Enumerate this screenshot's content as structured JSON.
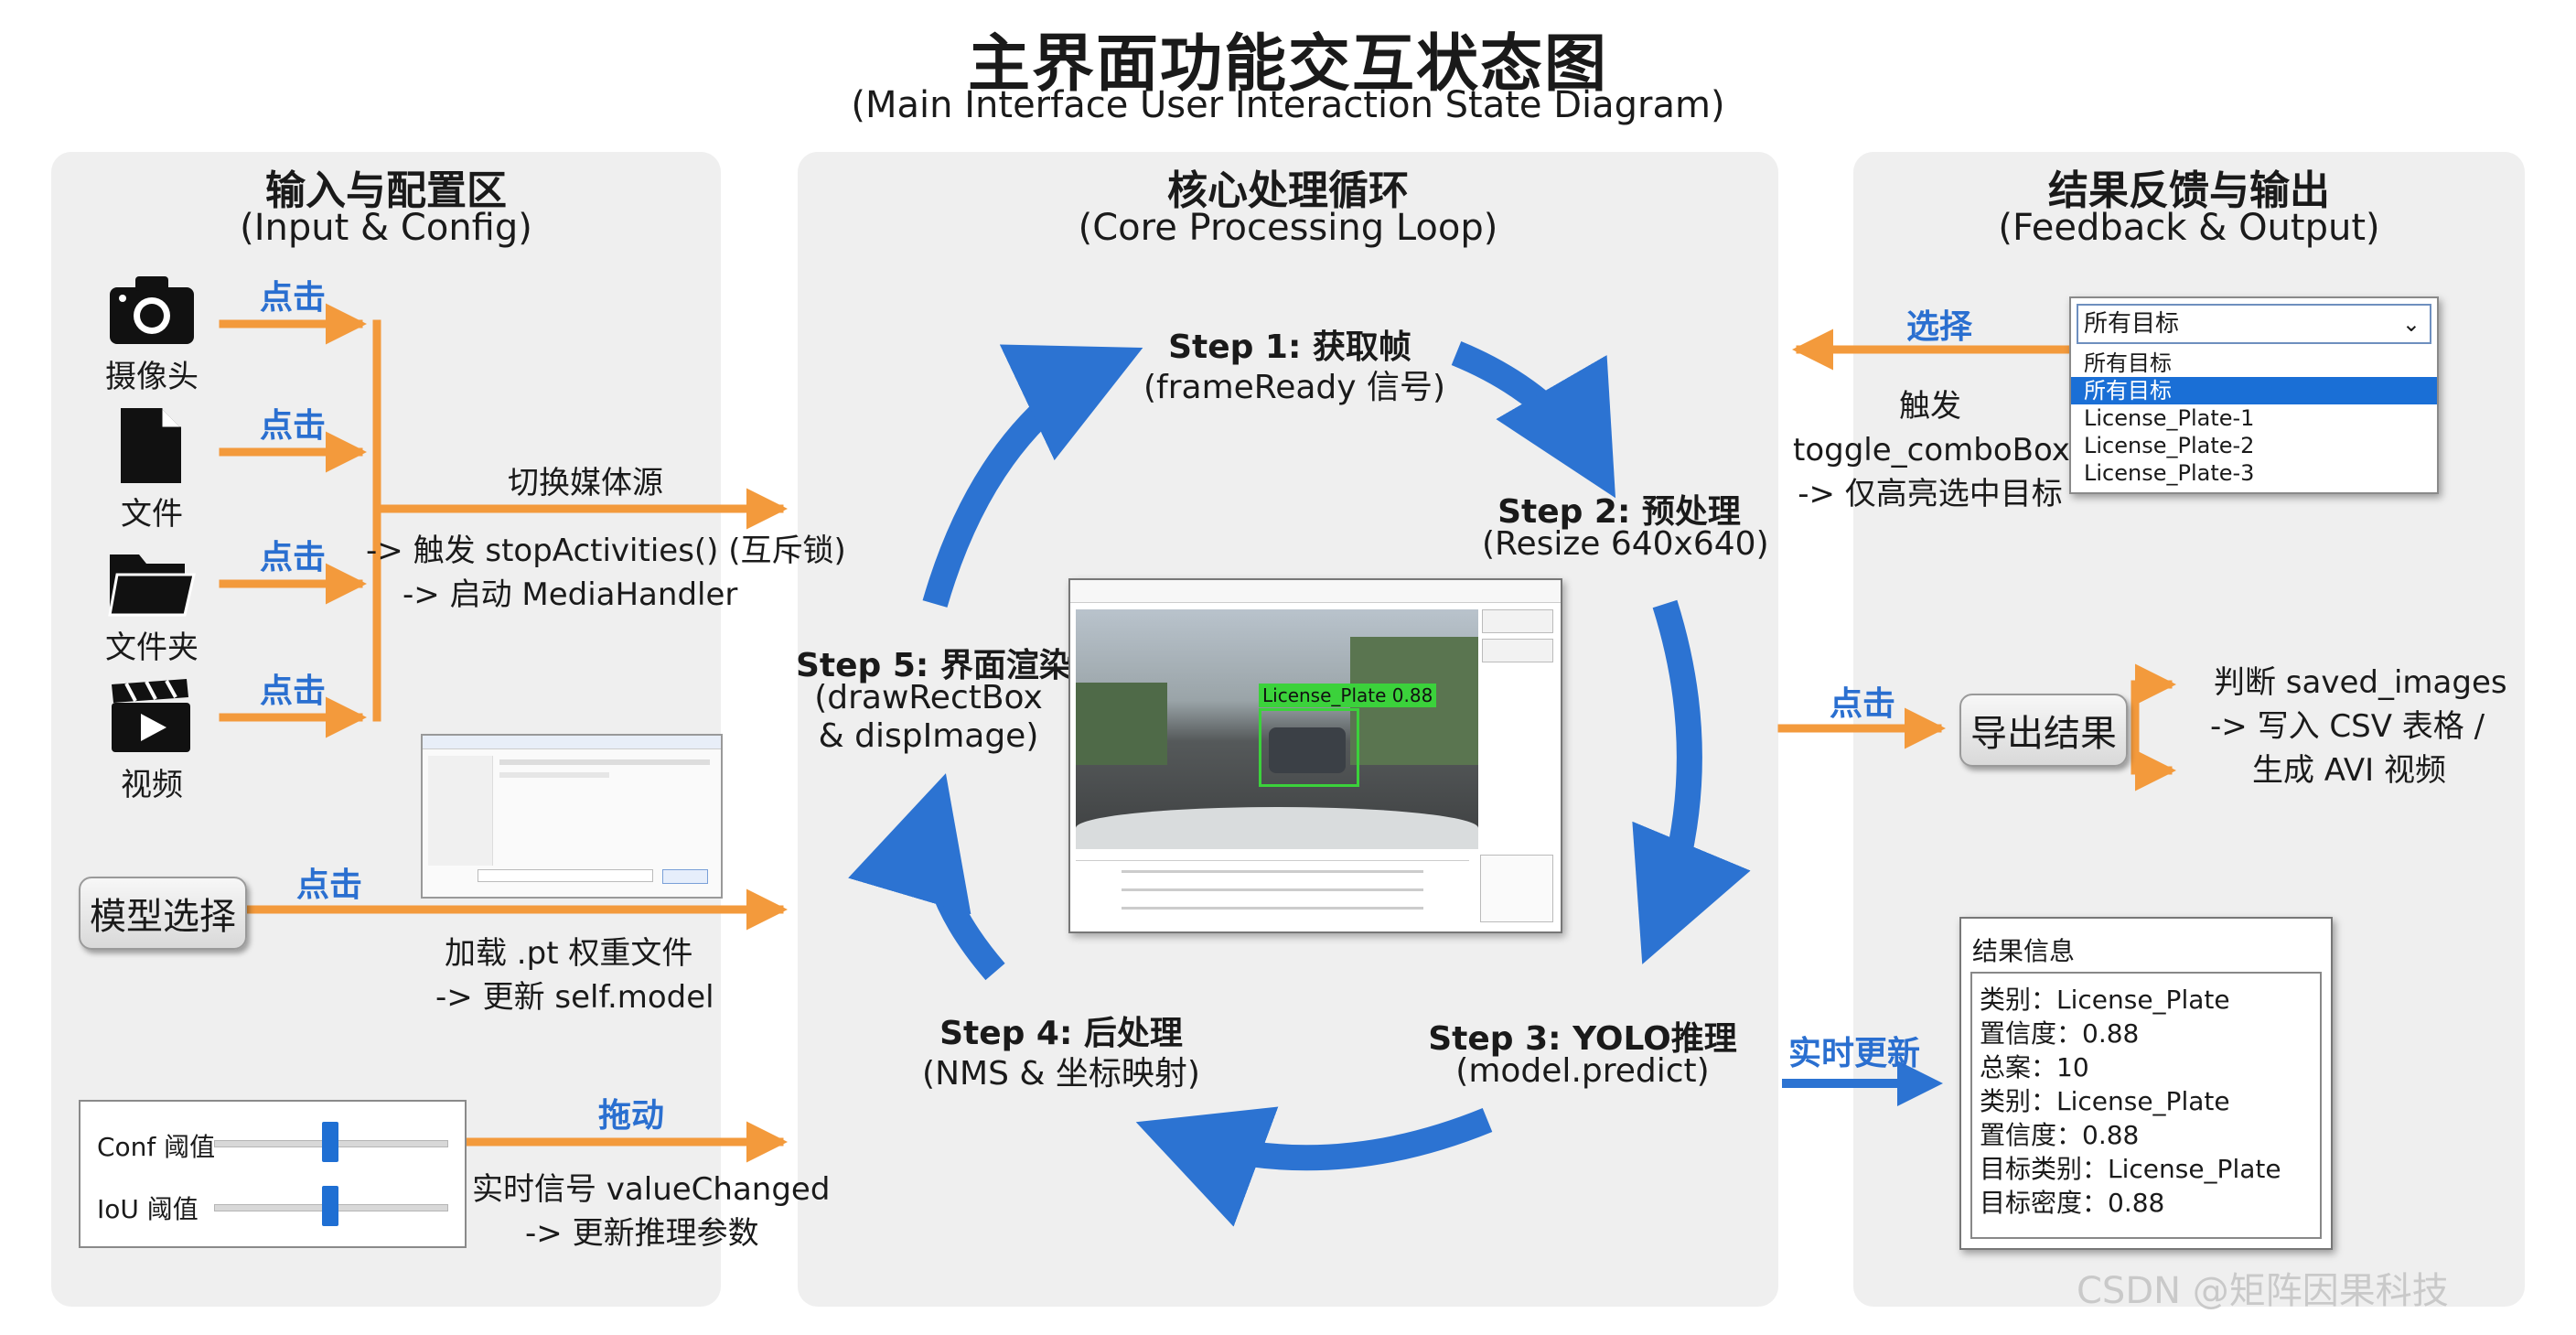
{
  "title": {
    "main": "主界面功能交互状态图",
    "sub": "(Main Interface User Interaction State Diagram)"
  },
  "colors": {
    "orange": "#f39a3c",
    "blue": "#2c73d2",
    "panel": "#efefef",
    "highlight": "#1a6fd6"
  },
  "input_panel": {
    "heading": "输入与配置区",
    "subheading": "(Input & Config)",
    "sources": [
      {
        "icon": "camera-icon",
        "label": "摄像头",
        "action": "点击"
      },
      {
        "icon": "file-icon",
        "label": "文件",
        "action": "点击"
      },
      {
        "icon": "folder-icon",
        "label": "文件夹",
        "action": "点击"
      },
      {
        "icon": "video-clapper-icon",
        "label": "视频",
        "action": "点击"
      }
    ],
    "switch_source": {
      "label": "切换媒体源",
      "line1": "-> 触发 stopActivities() (互斥锁)",
      "line2": "-> 启动 MediaHandler"
    },
    "model": {
      "button": "模型选择",
      "action": "点击",
      "line1": "加载 .pt 权重文件",
      "line2": "-> 更新 self.model"
    },
    "sliders": {
      "conf_label": "Conf 阈值",
      "iou_label": "IoU 阈值",
      "conf_level": 0.5,
      "iou_level": 0.5,
      "action": "拖动",
      "line1": "实时信号 valueChanged",
      "line2": "-> 更新推理参数"
    }
  },
  "core_panel": {
    "heading": "核心处理循环",
    "subheading": "(Core Processing Loop)",
    "steps": [
      {
        "title": "Step 1: 获取帧",
        "detail": "(frameReady 信号)"
      },
      {
        "title": "Step 2: 预处理",
        "detail": "(Resize 640x640)"
      },
      {
        "title": "Step 3: YOLO推理",
        "detail": "(model.predict)"
      },
      {
        "title": "Step 4: 后处理",
        "detail": "(NMS & 坐标映射)"
      },
      {
        "title": "Step 5: 界面渲染",
        "detail_lines": [
          "(drawRectBox",
          "& dispImage)"
        ]
      }
    ],
    "detection_label": "License_Plate 0.88"
  },
  "output_panel": {
    "heading": "结果反馈与输出",
    "subheading": "(Feedback & Output)",
    "combo": {
      "action": "选择",
      "selected": "所有目标",
      "options": [
        "所有目标",
        "所有目标",
        "License_Plate-1",
        "License_Plate-2",
        "License_Plate-3"
      ],
      "highlight_index": 1,
      "trigger_lines": [
        "触发",
        "toggle_comboBox",
        "-> 仅高亮选中目标"
      ]
    },
    "export": {
      "action": "点击",
      "button": "导出结果",
      "lines": [
        "判断 saved_images",
        "-> 写入 CSV 表格 /",
        "生成 AVI 视频"
      ]
    },
    "result": {
      "action": "实时更新",
      "title": "结果信息",
      "lines": [
        "类别：License_Plate",
        "置信度：0.88",
        "总案：10",
        "类别：License_Plate",
        "置信度：0.88",
        "目标类别：License_Plate",
        "目标密度：0.88"
      ]
    }
  },
  "watermark": "CSDN @矩阵因果科技"
}
